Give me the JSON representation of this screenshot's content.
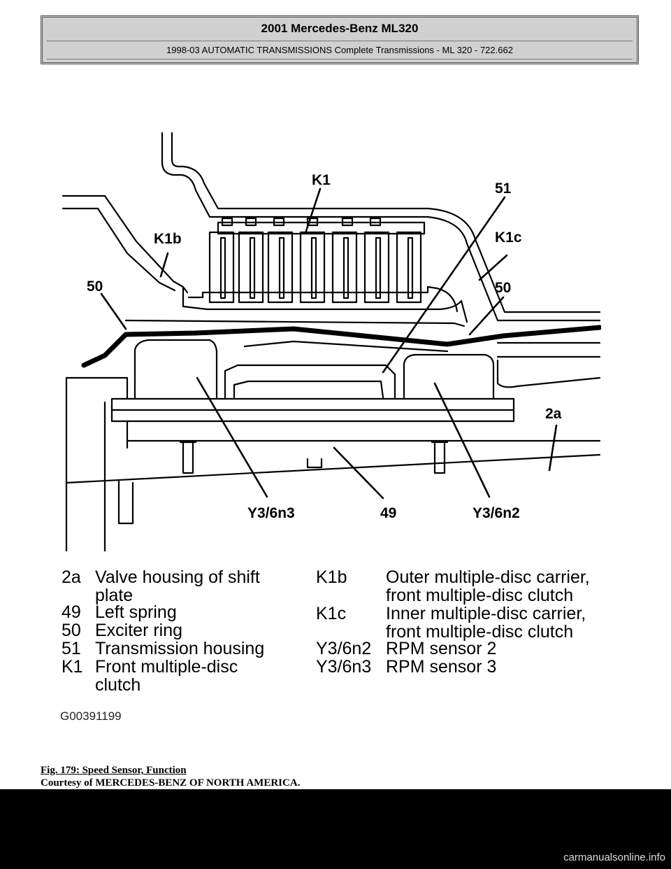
{
  "header": {
    "title": "2001 Mercedes-Benz ML320",
    "subtitle": "1998-03 AUTOMATIC TRANSMISSIONS Complete Transmissions - ML 320 - 722.662"
  },
  "diagram": {
    "callouts": {
      "k1": "K1",
      "n51": "51",
      "k1b": "K1b",
      "k1c": "K1c",
      "n50_left": "50",
      "n50_right": "50",
      "n2a": "2a",
      "y3_6n3": "Y3/6n3",
      "n49": "49",
      "y3_6n2": "Y3/6n2"
    }
  },
  "legend": {
    "left": [
      {
        "code": "2a",
        "lines": [
          "Valve housing of shift",
          "plate"
        ]
      },
      {
        "code": "49",
        "lines": [
          "Left spring"
        ]
      },
      {
        "code": "50",
        "lines": [
          "Exciter ring"
        ]
      },
      {
        "code": "51",
        "lines": [
          "Transmission housing"
        ]
      },
      {
        "code": "K1",
        "lines": [
          "Front multiple-disc",
          "clutch"
        ]
      }
    ],
    "right": [
      {
        "code": "K1b",
        "lines": [
          "Outer multiple-disc carrier,",
          "front multiple-disc clutch"
        ]
      },
      {
        "code": "K1c",
        "lines": [
          "Inner multiple-disc carrier,",
          "front multiple-disc clutch"
        ]
      },
      {
        "code": "Y3/6n2",
        "lines": [
          "RPM sensor 2"
        ]
      },
      {
        "code": "Y3/6n3",
        "lines": [
          "RPM sensor 3"
        ]
      }
    ]
  },
  "figure_code": "G00391199",
  "caption": "Fig. 179: Speed Sensor, Function",
  "courtesy": "Courtesy of MERCEDES-BENZ OF NORTH AMERICA.",
  "watermark": "carmanualsonline.info"
}
